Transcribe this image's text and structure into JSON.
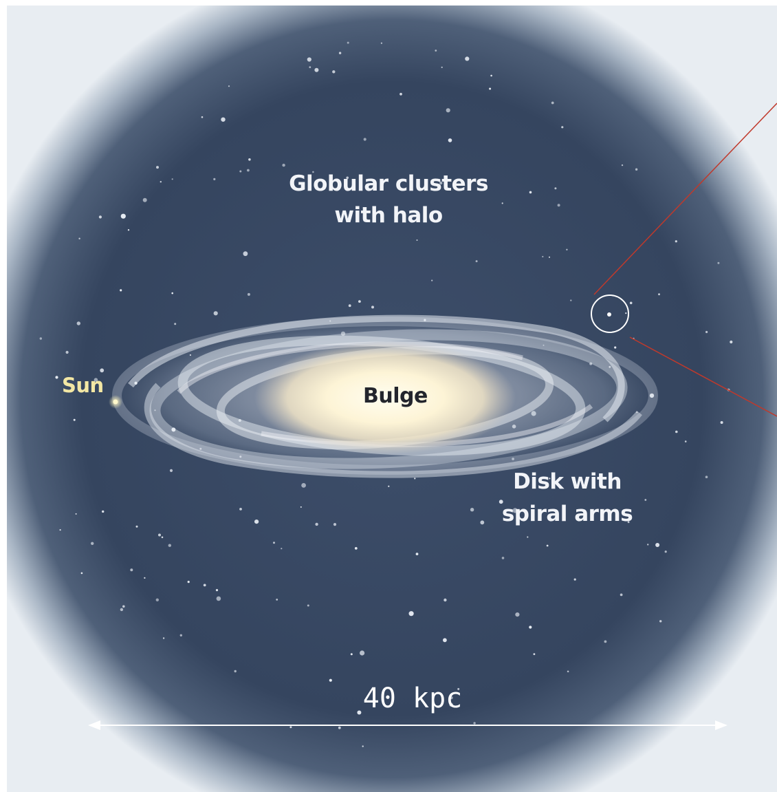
{
  "labels": {
    "globular_line1": "Globular clusters",
    "globular_line2": "with halo",
    "sun": "Sun",
    "bulge": "Bulge",
    "disk_line1": "Disk with",
    "disk_line2": "spiral arms",
    "scale": "40 kpc"
  },
  "colors": {
    "background_dark": "#35455f",
    "halo_glow": "#dfe6ee",
    "label_text": "#f2f4f8",
    "sun_label": "#f3e7a4",
    "bulge_label": "#23252d",
    "zoom_lines": "#c0392b",
    "scale_bar": "#ffffff"
  },
  "icons": {
    "highlight": "circle-highlight-icon",
    "scale_bar": "double-arrow-icon"
  }
}
